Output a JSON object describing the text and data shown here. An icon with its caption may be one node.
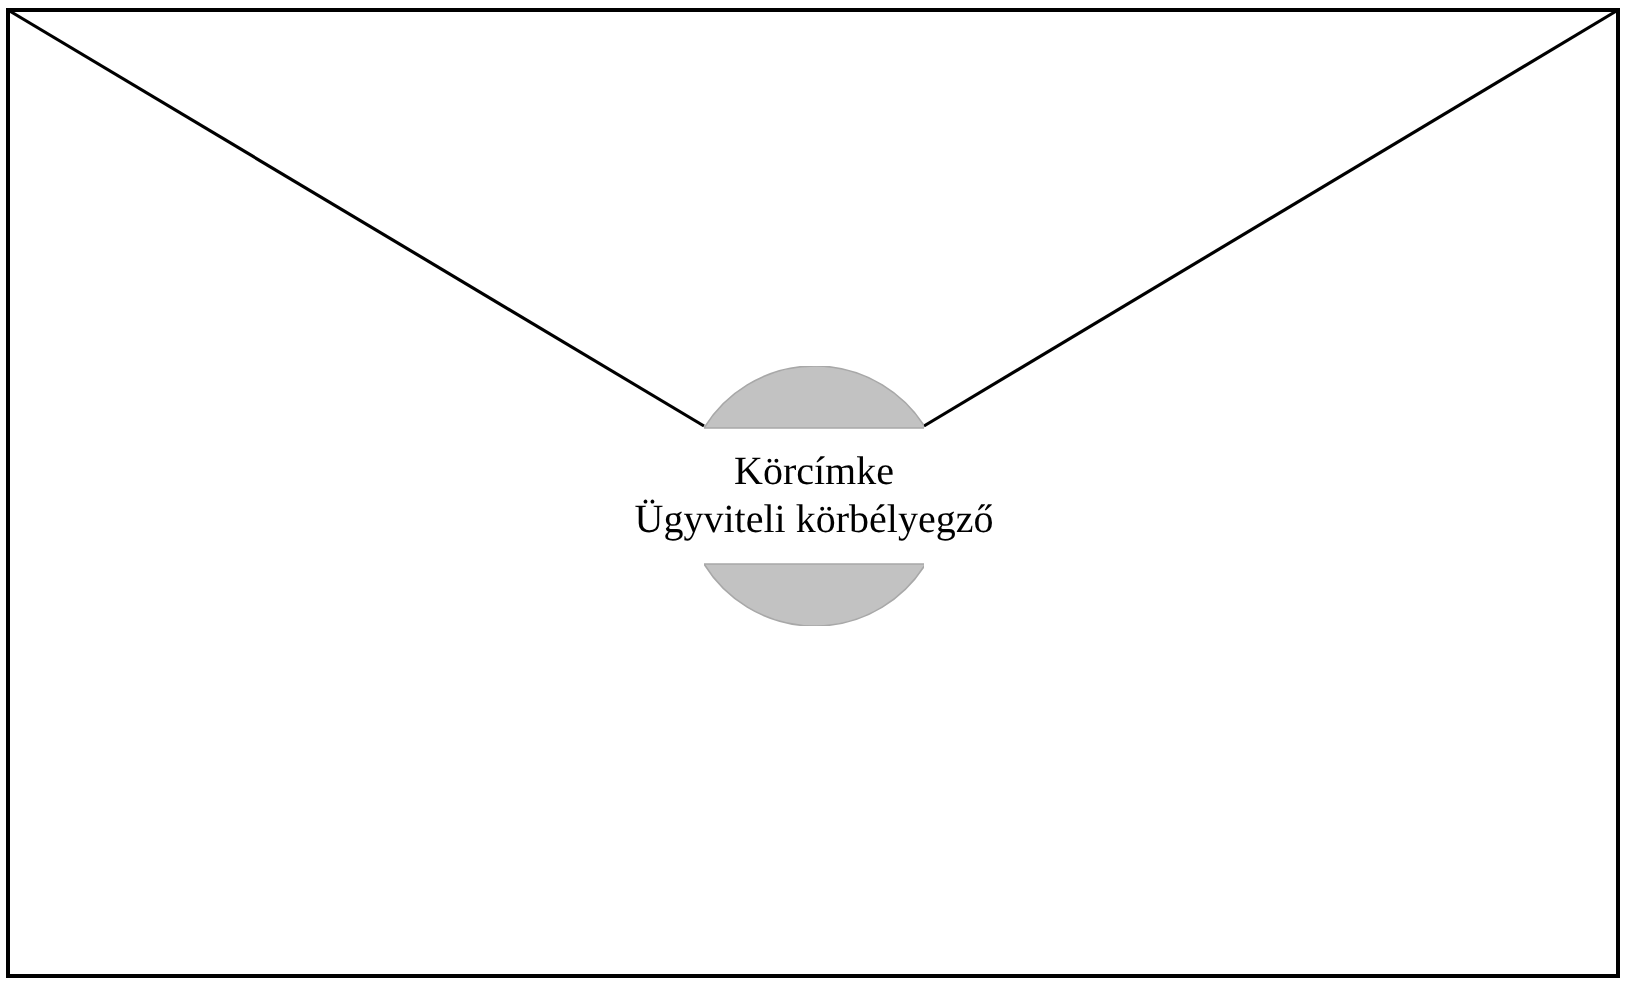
{
  "diagram": {
    "nodes": [
      {
        "text": [],
        "shape": "envelope"
      },
      {
        "text": [
          "Körcímke",
          "Ügyviteli körbélyegző"
        ],
        "in": 0
      }
    ]
  }
}
